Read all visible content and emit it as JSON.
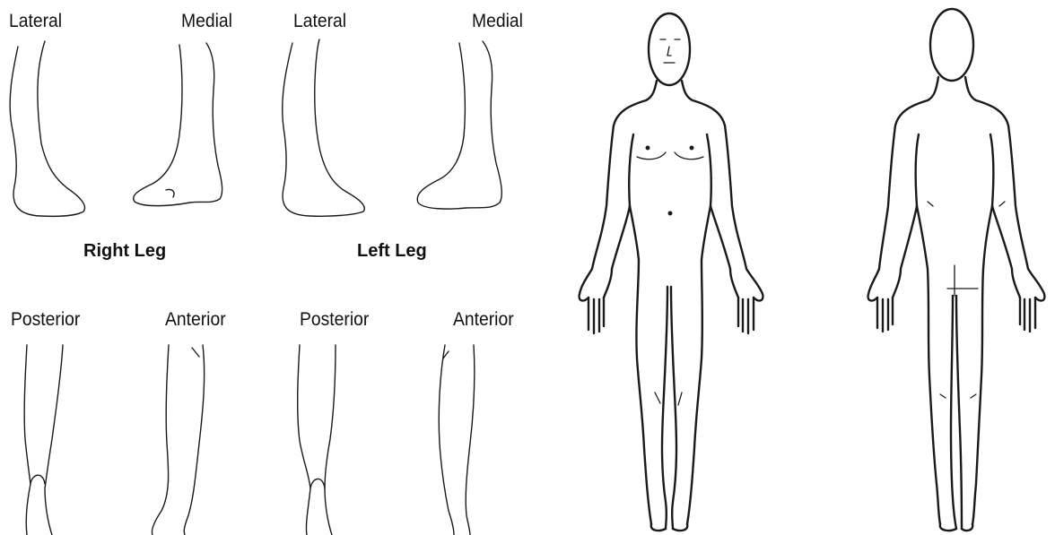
{
  "legs": {
    "top_row": {
      "right_leg": {
        "view1": "Lateral",
        "view2": "Medial",
        "caption": "Right Leg"
      },
      "left_leg": {
        "view1": "Lateral",
        "view2": "Medial",
        "caption": "Left Leg"
      }
    },
    "bottom_row": {
      "right_leg": {
        "view1": "Posterior",
        "view2": "Anterior"
      },
      "left_leg": {
        "view1": "Posterior",
        "view2": "Anterior"
      }
    }
  }
}
